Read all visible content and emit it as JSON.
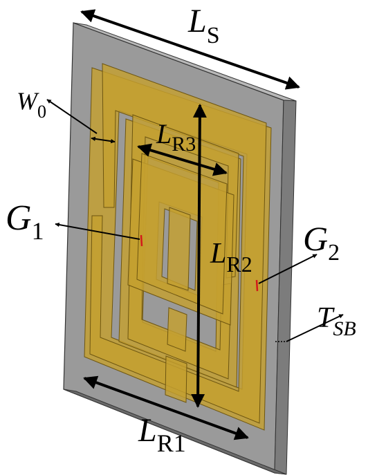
{
  "colors": {
    "substrate_face": "#9a9a9a",
    "substrate_side": "#7c7c7c",
    "substrate_top": "#b8b8b8",
    "copper": "#c4a030",
    "copper_edge": "#6d5510",
    "gap_marker": "#d21a1a",
    "arrow": "#000000",
    "background": "#ffffff"
  },
  "labels": {
    "ls": {
      "main": "L",
      "sub": "S"
    },
    "w0": {
      "main": "W",
      "sub": "0"
    },
    "lr3": {
      "main": "L",
      "sub": "R3"
    },
    "g1": {
      "main": "G",
      "sub": "1"
    },
    "lr2": {
      "main": "L",
      "sub": "R2"
    },
    "g2": {
      "main": "G",
      "sub": "2"
    },
    "tsb": {
      "main": "T",
      "sub": "SB"
    },
    "lr1": {
      "main": "L",
      "sub": "R1"
    }
  }
}
